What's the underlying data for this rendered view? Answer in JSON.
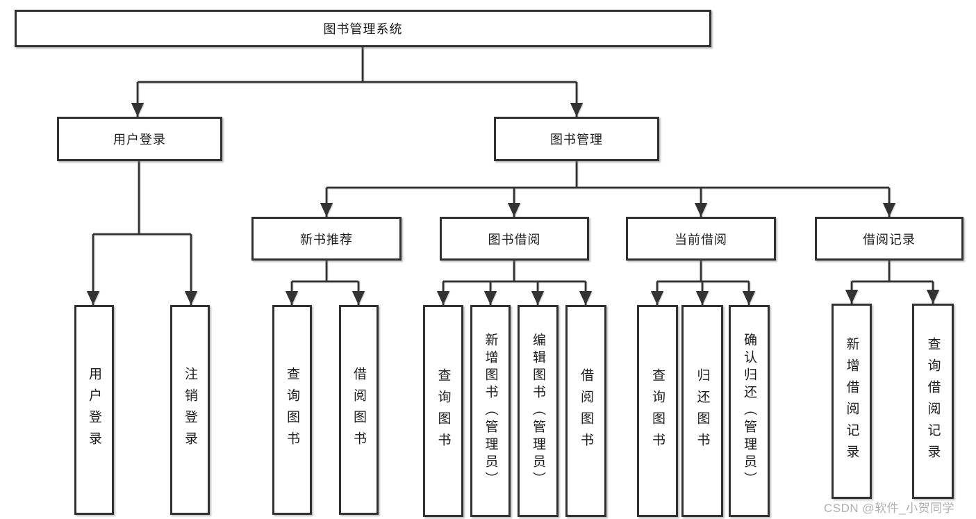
{
  "diagram": {
    "root": {
      "label": "图书管理系统",
      "children": [
        {
          "label": "用户登录",
          "children": [
            {
              "label": "用户登录"
            },
            {
              "label": "注销登录"
            }
          ]
        },
        {
          "label": "图书管理",
          "children": [
            {
              "label": "新书推荐",
              "children": [
                {
                  "label": "查询图书"
                },
                {
                  "label": "借阅图书"
                }
              ]
            },
            {
              "label": "图书借阅",
              "children": [
                {
                  "label": "查询图书"
                },
                {
                  "label": "新增图书（管理员）"
                },
                {
                  "label": "编辑图书（管理员）"
                },
                {
                  "label": "借阅图书"
                }
              ]
            },
            {
              "label": "当前借阅",
              "children": [
                {
                  "label": "查询图书"
                },
                {
                  "label": "归还图书"
                },
                {
                  "label": "确认归还（管理员）"
                }
              ]
            },
            {
              "label": "借阅记录",
              "children": [
                {
                  "label": "新增借阅记录"
                },
                {
                  "label": "查询借阅记录"
                }
              ]
            }
          ]
        }
      ]
    }
  },
  "watermark": {
    "text": "CSDN @软件_小贺同学"
  },
  "colors": {
    "line": "#333333",
    "box_border": "#313131",
    "box_fill": "#ffffff",
    "text": "#1c1c1c",
    "watermark": "#b0b0b0",
    "background": "#ffffff"
  }
}
